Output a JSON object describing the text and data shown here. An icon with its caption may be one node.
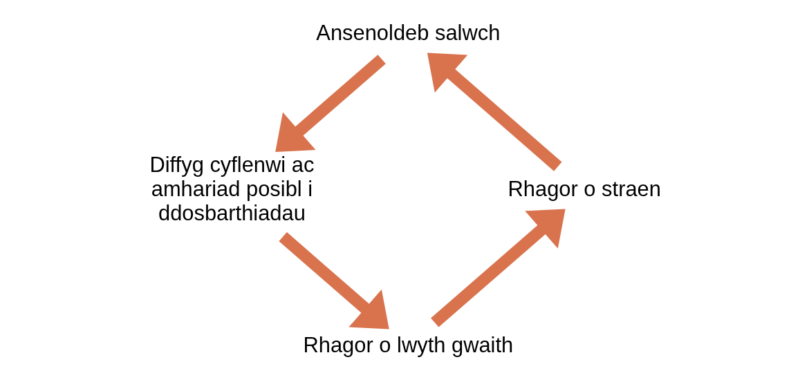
{
  "diagram": {
    "nodes": [
      {
        "text": [
          "Ansenoldeb salwch"
        ]
      },
      {
        "text": [
          "Diffyg cyflenwi ac amhariad posibl i ddosbarthiadau"
        ]
      },
      {
        "text": [
          "Rhagor o lwyth gwaith"
        ]
      },
      {
        "text": [
          "Rhagor o straen"
        ]
      }
    ],
    "edges": [
      {
        "from": 0,
        "to": 1,
        "arrow": "to"
      },
      {
        "from": 1,
        "to": 2,
        "arrow": "to"
      },
      {
        "from": 2,
        "to": 3,
        "arrow": "to"
      },
      {
        "from": 3,
        "to": 0,
        "arrow": "to"
      }
    ]
  }
}
